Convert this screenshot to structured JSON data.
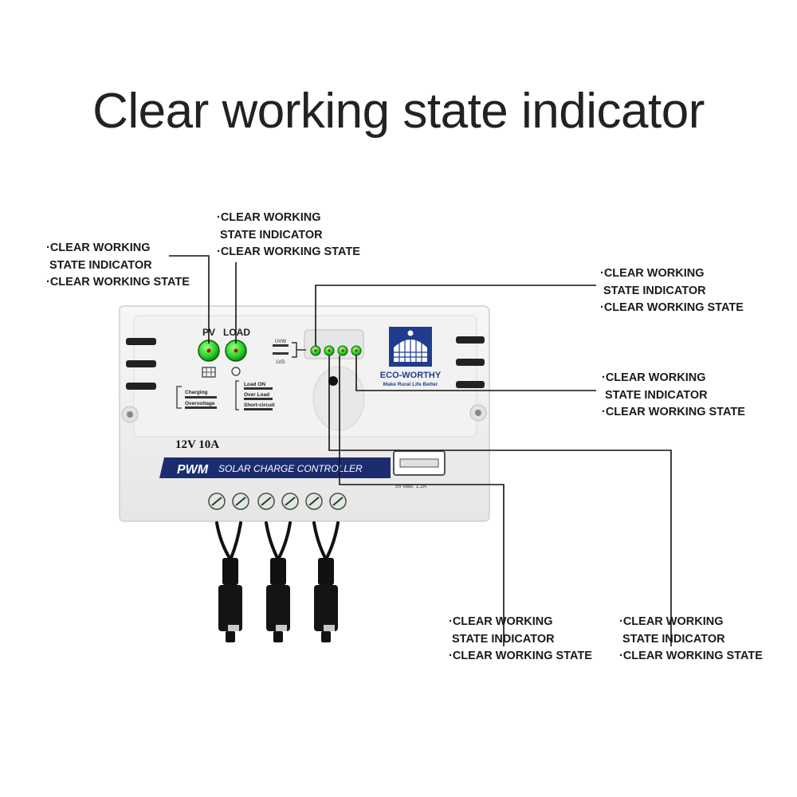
{
  "title": "Clear working state indicator",
  "callouts": [
    {
      "line1": "·CLEAR WORKING",
      "line2": "STATE INDICATOR",
      "line3": "·CLEAR WORKING STATE"
    },
    {
      "line1": "·CLEAR WORKING",
      "line2": "STATE INDICATOR",
      "line3": "·CLEAR WORKING STATE"
    },
    {
      "line1": "·CLEAR WORKING",
      "line2": "STATE INDICATOR",
      "line3": "·CLEAR WORKING STATE"
    },
    {
      "line1": "·CLEAR WORKING",
      "line2": "STATE INDICATOR",
      "line3": "·CLEAR WORKING STATE"
    },
    {
      "line1": "·CLEAR WORKING",
      "line2": "STATE INDICATOR",
      "line3": "·CLEAR WORKING STATE"
    },
    {
      "line1": "·CLEAR WORKING",
      "line2": "STATE INDICATOR",
      "line3": "·CLEAR WORKING STATE"
    }
  ],
  "device": {
    "pv_label": "PV",
    "load_label": "LOAD",
    "uvw_label": "UVW",
    "lvd_label": "LVD",
    "charging_label": "Charging",
    "overvoltage_label": "Overvoltage",
    "load_on_label": "Load ON",
    "over_load_label": "Over Load",
    "short_circuit_label": "Short-circuit",
    "brand": "ECO-WORTHY",
    "tagline": "Make Rural Life Better",
    "rating": "12V 10A",
    "band_pwm": "PWM",
    "band_text": "SOLAR CHARGE CONTROLLER",
    "usb_label": "5V   Max. 1.2A"
  },
  "colors": {
    "led_green": "#2bd42b",
    "band_blue": "#1b2d6e",
    "logo_blue": "#1f3c8f",
    "body": "#efefef"
  }
}
